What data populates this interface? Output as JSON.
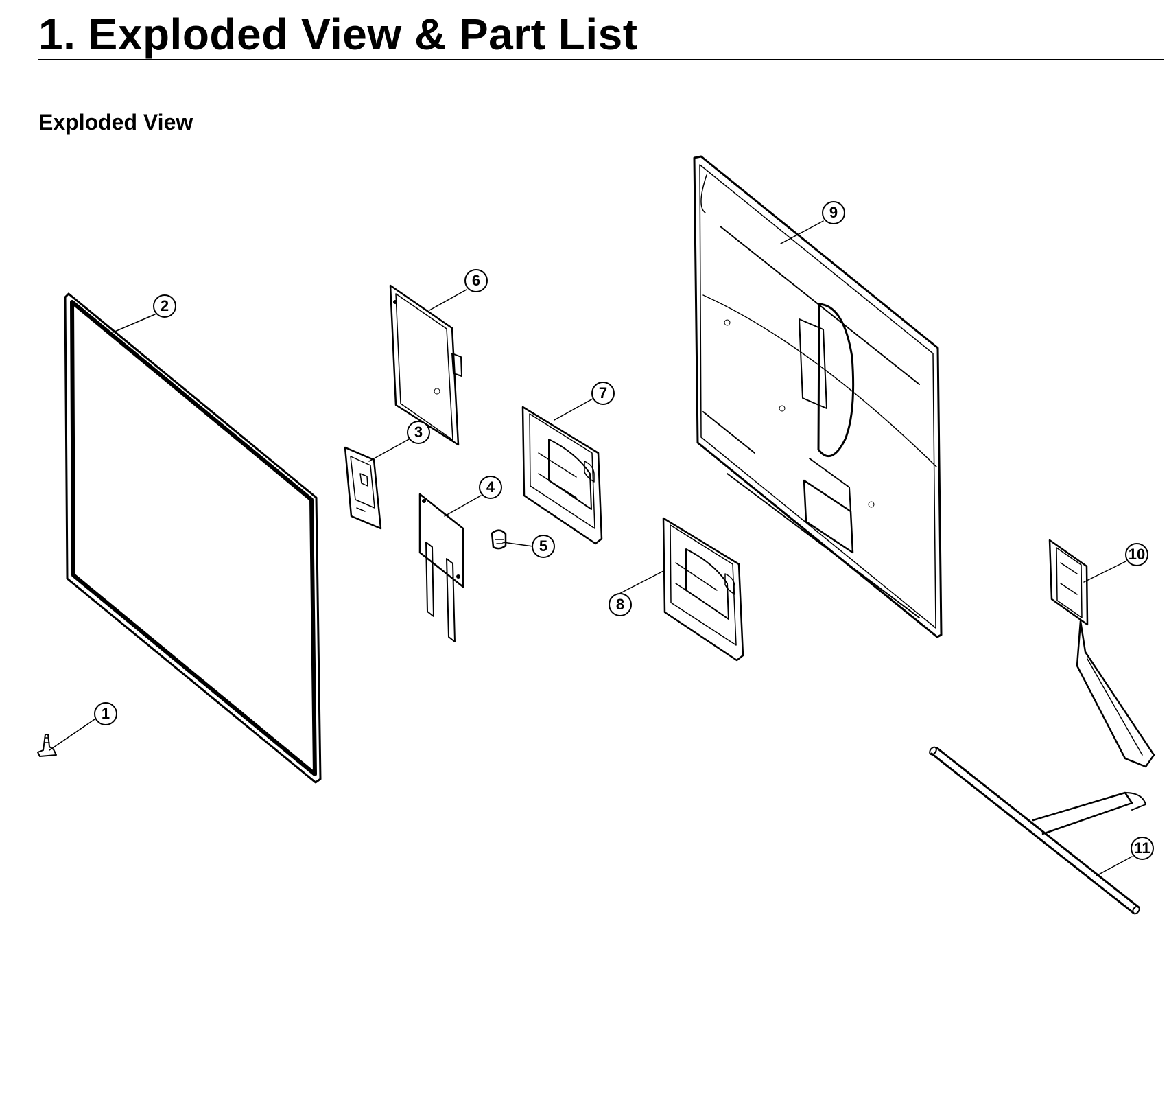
{
  "page": {
    "title": "1.  Exploded View & Part List",
    "section_heading": "Exploded View"
  },
  "diagram": {
    "callouts": [
      {
        "id": "1",
        "part": "stand-clip"
      },
      {
        "id": "2",
        "part": "panel"
      },
      {
        "id": "3",
        "part": "small-board-bracket"
      },
      {
        "id": "4",
        "part": "board-with-cables"
      },
      {
        "id": "5",
        "part": "connector"
      },
      {
        "id": "6",
        "part": "main-board-shield"
      },
      {
        "id": "7",
        "part": "upper-cover-bracket"
      },
      {
        "id": "8",
        "part": "lower-cover-bracket"
      },
      {
        "id": "9",
        "part": "rear-cover"
      },
      {
        "id": "10",
        "part": "stand-neck"
      },
      {
        "id": "11",
        "part": "stand-base"
      }
    ]
  }
}
